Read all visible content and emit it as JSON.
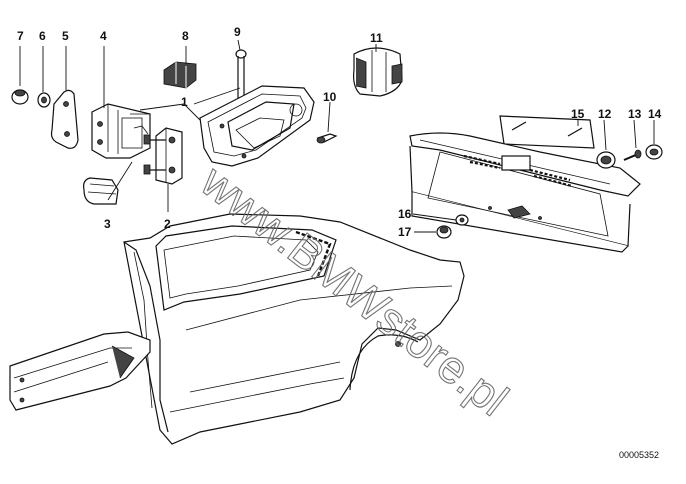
{
  "callouts": [
    {
      "id": "c1",
      "label": "1"
    },
    {
      "id": "c2",
      "label": "2"
    },
    {
      "id": "c3",
      "label": "3"
    },
    {
      "id": "c4",
      "label": "4"
    },
    {
      "id": "c5",
      "label": "5"
    },
    {
      "id": "c6",
      "label": "6"
    },
    {
      "id": "c7",
      "label": "7"
    },
    {
      "id": "c8",
      "label": "8"
    },
    {
      "id": "c9",
      "label": "9"
    },
    {
      "id": "c10",
      "label": "10"
    },
    {
      "id": "c11",
      "label": "11"
    },
    {
      "id": "c12",
      "label": "12"
    },
    {
      "id": "c13",
      "label": "13"
    },
    {
      "id": "c14",
      "label": "14"
    },
    {
      "id": "c15",
      "label": "15"
    },
    {
      "id": "c16",
      "label": "16"
    },
    {
      "id": "c17",
      "label": "17"
    }
  ],
  "diagram_number": "00005352",
  "watermark": "www.BMWstore.pl"
}
